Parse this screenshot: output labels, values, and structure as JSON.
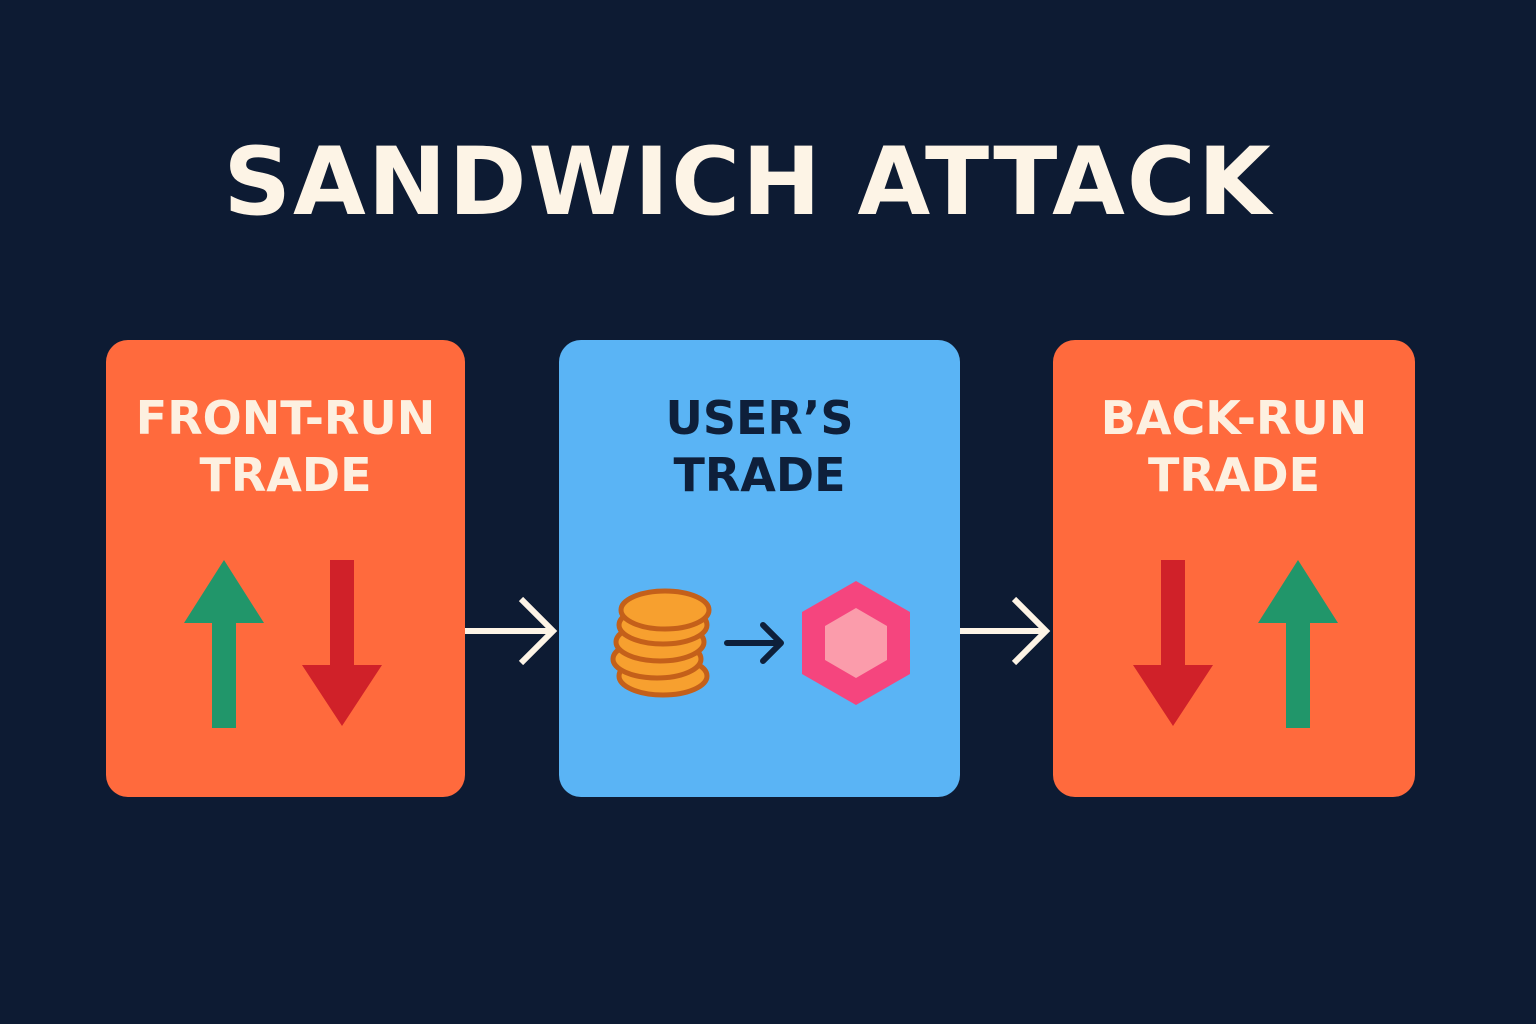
{
  "title": "SANDWICH ATTACK",
  "colors": {
    "background": "#0d1b33",
    "title_text": "#fdf4e6",
    "attacker_box": "#ff6a3d",
    "user_box": "#5ab4f5",
    "attacker_text": "#fdf0e0",
    "user_text": "#0e1f3a",
    "up_arrow": "#21966a",
    "down_arrow": "#d02129",
    "connector": "#fdf4e6",
    "coin_fill": "#f7a02f",
    "coin_edge": "#c4601a",
    "token_outer": "#f5457e",
    "token_inner": "#fb9cab"
  },
  "boxes": [
    {
      "key": "front-run",
      "line1": "FRONT-RUN",
      "line2": "TRADE",
      "icons": [
        "arrow-up-icon",
        "arrow-down-icon"
      ]
    },
    {
      "key": "user",
      "line1": "USER’S",
      "line2": "TRADE",
      "icons": [
        "coin-stack-icon",
        "arrow-right-icon",
        "hexagon-token-icon"
      ]
    },
    {
      "key": "back-run",
      "line1": "BACK-RUN",
      "line2": "TRADE",
      "icons": [
        "arrow-down-icon",
        "arrow-up-icon"
      ]
    }
  ]
}
